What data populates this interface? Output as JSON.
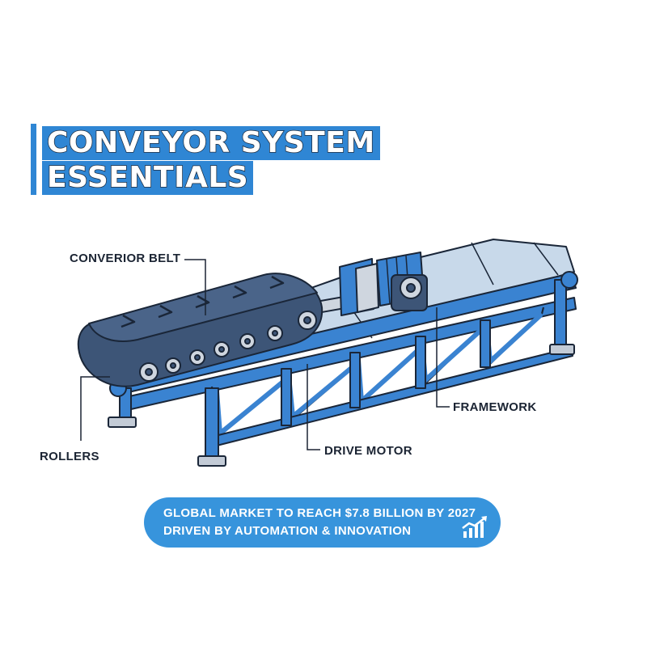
{
  "title": {
    "line1": "CONVEYOR SYSTEM",
    "line2": "ESSENTIALS"
  },
  "labels": {
    "belt": "CONVERIOR BELT",
    "rollers": "ROLLERS",
    "drive_motor": "DRIVE MOTOR",
    "framework": "FRAMEWORK"
  },
  "banner": {
    "line1": "GLOBAL MARKET TO REACH $7.8 BILLION BY 2027",
    "line2": "DRIVEN BY AUTOMATION & INNOVATION",
    "icon": "growth-chart-icon"
  },
  "colors": {
    "accent": "#2f86d4",
    "frame": "#3a83d1",
    "belt": "#3d5577",
    "banner": "#3794dc"
  }
}
